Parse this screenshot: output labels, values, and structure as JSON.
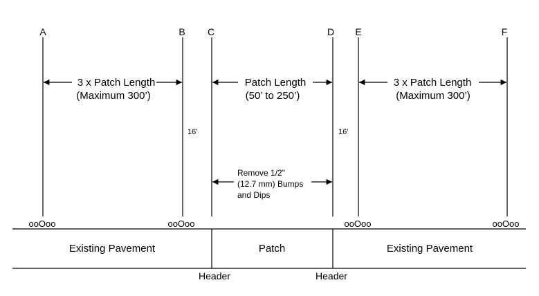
{
  "stations": [
    {
      "id": "A",
      "label": "A"
    },
    {
      "id": "B",
      "label": "B"
    },
    {
      "id": "C",
      "label": "C"
    },
    {
      "id": "D",
      "label": "D"
    },
    {
      "id": "E",
      "label": "E"
    },
    {
      "id": "F",
      "label": "F"
    }
  ],
  "spans": {
    "left": {
      "line1": "3 x Patch Length",
      "line2": "(Maximum 300’)"
    },
    "center": {
      "line1": "Patch Length",
      "line2": "(50’ to 250’)"
    },
    "right": {
      "line1": "3 x Patch Length",
      "line2": "(Maximum 300’)"
    }
  },
  "offsets": {
    "b_to_c": "16’",
    "d_to_e": "16’"
  },
  "note": {
    "line1": "Remove 1/2\"",
    "line2": "(12.7 mm) Bumps",
    "line3": "and Dips"
  },
  "wheel_marker": "ooOoo",
  "sections": {
    "left": "Existing Pavement",
    "center": "Patch",
    "right": "Existing Pavement"
  },
  "headers": {
    "left": "Header",
    "right": "Header"
  }
}
